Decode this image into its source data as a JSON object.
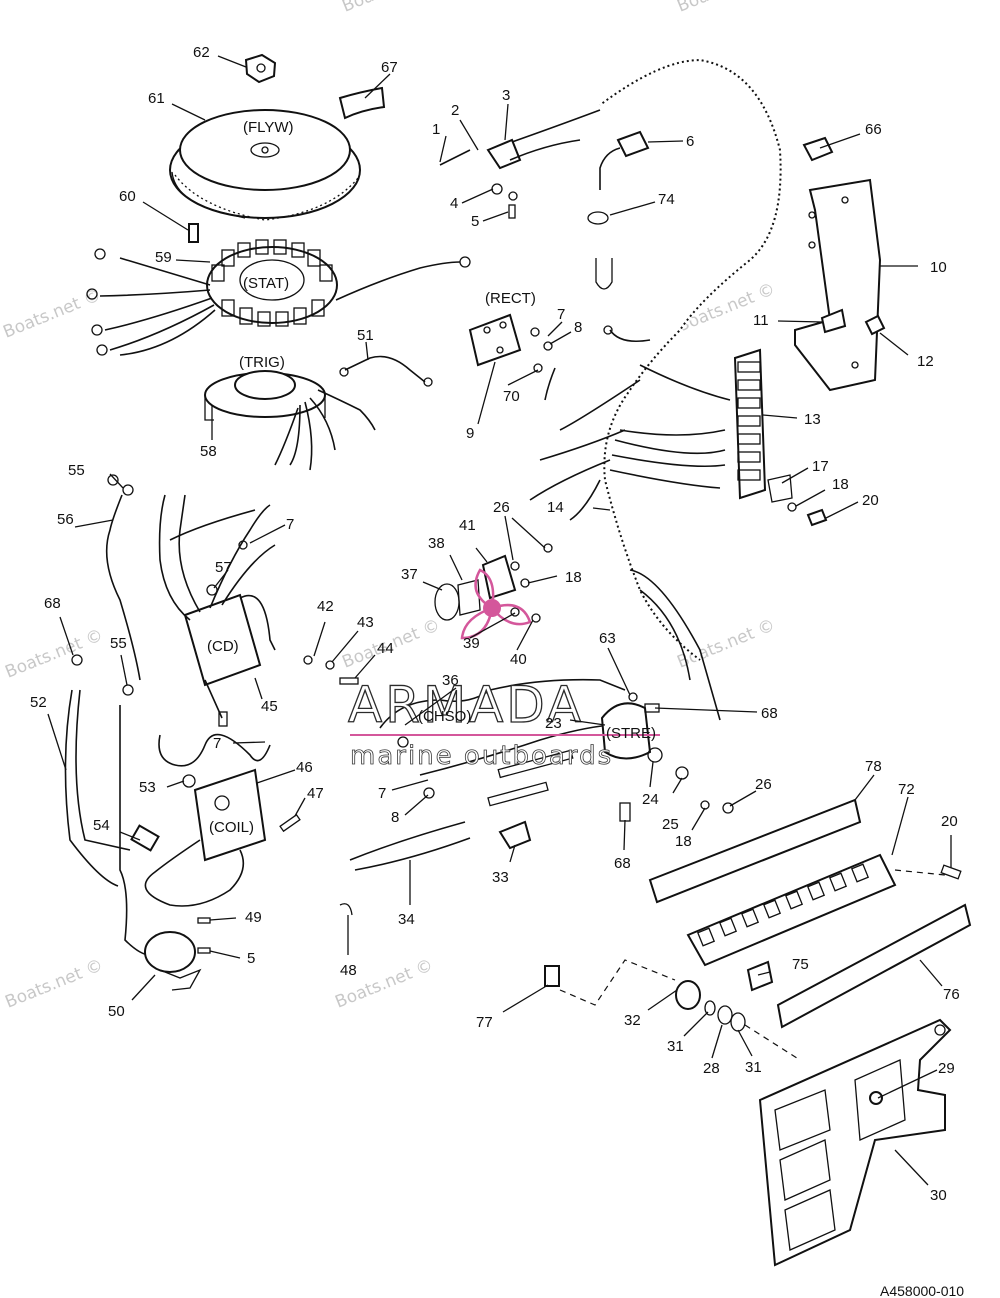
{
  "brand": {
    "name": "ARMADA",
    "tagline": "marine outboards",
    "accent": "#d4579b"
  },
  "watermark": "Boats.net ©",
  "drawing_code": "A458000-010",
  "component_labels": {
    "flywheel": "(FLYW)",
    "stator": "(STAT)",
    "trigger": "(TRIG)",
    "rectifier": "(RECT)",
    "cd_module": "(CD)",
    "coil": "(COIL)",
    "choke_solenoid": "(CHSO)",
    "starter_solenoid": "(STRE)"
  },
  "callouts": {
    "p1": "1",
    "p2": "2",
    "p3": "3",
    "p4": "4",
    "p5a": "5",
    "p5b": "5",
    "p6": "6",
    "p7a": "7",
    "p7b": "7",
    "p7c": "7",
    "p7d": "7",
    "p8a": "8",
    "p8b": "8",
    "p9": "9",
    "p10": "10",
    "p11": "11",
    "p12": "12",
    "p13": "13",
    "p14": "14",
    "p17": "17",
    "p18a": "18",
    "p18b": "18",
    "p18c": "18",
    "p20a": "20",
    "p20b": "20",
    "p23": "23",
    "p24": "24",
    "p25": "25",
    "p26a": "26",
    "p26b": "26",
    "p28": "28",
    "p29": "29",
    "p30": "30",
    "p31a": "31",
    "p31b": "31",
    "p32": "32",
    "p33": "33",
    "p34": "34",
    "p36": "36",
    "p37": "37",
    "p38": "38",
    "p39": "39",
    "p40": "40",
    "p41": "41",
    "p42": "42",
    "p43": "43",
    "p44": "44",
    "p45": "45",
    "p46": "46",
    "p47": "47",
    "p48": "48",
    "p49": "49",
    "p50": "50",
    "p52": "52",
    "p53": "53",
    "p54": "54",
    "p55a": "55",
    "p55b": "55",
    "p56": "56",
    "p57": "57",
    "p58": "58",
    "p59": "59",
    "p60": "60",
    "p61": "61",
    "p62": "62",
    "p63": "63",
    "p66": "66",
    "p67": "67",
    "p68a": "68",
    "p68b": "68",
    "p68c": "68",
    "p70": "70",
    "p72": "72",
    "p74": "74",
    "p75": "75",
    "p76": "76",
    "p77": "77",
    "p78": "78",
    "p51": "51"
  }
}
